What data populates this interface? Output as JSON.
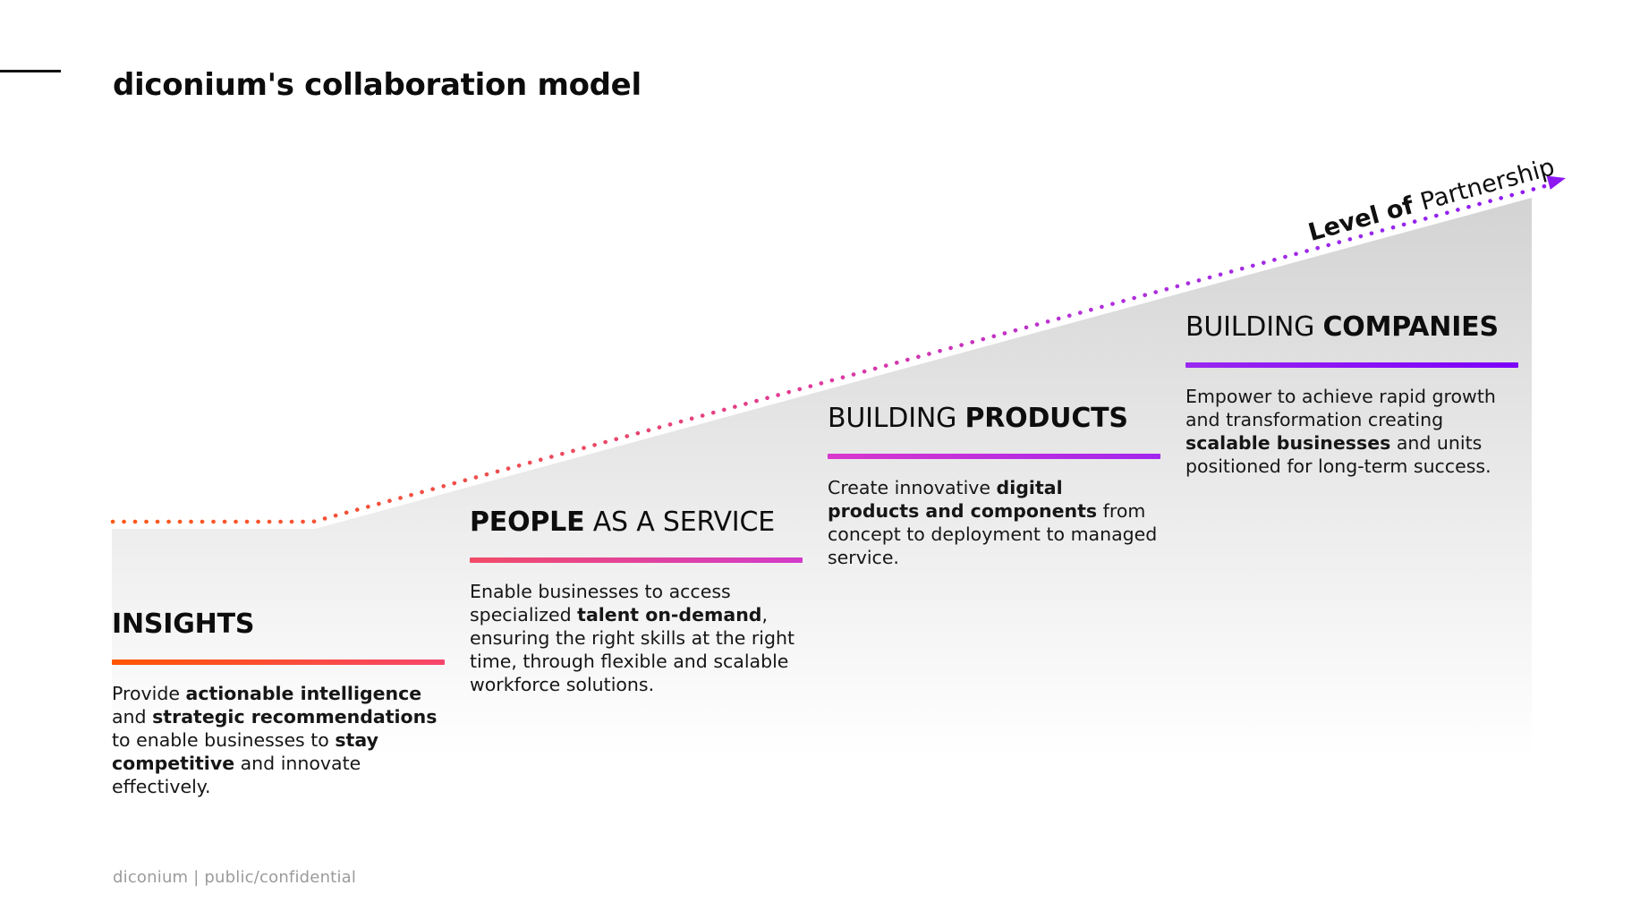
{
  "slide": {
    "title": "diconium's collaboration model",
    "footer": "diconium | public/confidential"
  },
  "axis_label": [
    {
      "text": "Level of ",
      "bold": true
    },
    {
      "text": "Partnership",
      "bold": false
    }
  ],
  "sections": [
    {
      "heading": [
        {
          "text": "INSIGHTS",
          "bold": true
        }
      ],
      "underline": [
        "#ff5500",
        "#f7466d"
      ],
      "body": [
        {
          "text": "Provide ",
          "bold": false
        },
        {
          "text": "actionable intelligence",
          "bold": true
        },
        {
          "text": " and ",
          "bold": false
        },
        {
          "text": "strategic recommendations",
          "bold": true
        },
        {
          "text": " to enable businesses to ",
          "bold": false
        },
        {
          "text": "stay competitive",
          "bold": true
        },
        {
          "text": " and innovate effectively.",
          "bold": false
        }
      ]
    },
    {
      "heading": [
        {
          "text": "PEOPLE",
          "bold": true
        },
        {
          "text": " AS A SERVICE",
          "bold": false
        }
      ],
      "underline": [
        "#f24b68",
        "#d23acb"
      ],
      "body": [
        {
          "text": "Enable businesses to access specialized ",
          "bold": false
        },
        {
          "text": "talent on-demand",
          "bold": true
        },
        {
          "text": ", ensuring the right skills at the right time, through flexible and scalable workforce solutions.",
          "bold": false
        }
      ]
    },
    {
      "heading": [
        {
          "text": "BUILDING ",
          "bold": false
        },
        {
          "text": "PRODUCTS",
          "bold": true
        }
      ],
      "underline": [
        "#d938cc",
        "#a226ee"
      ],
      "body": [
        {
          "text": "Create innovative ",
          "bold": false
        },
        {
          "text": "digital products and components",
          "bold": true
        },
        {
          "text": " from concept to deployment to managed service.",
          "bold": false
        }
      ]
    },
    {
      "heading": [
        {
          "text": "BUILDING ",
          "bold": false
        },
        {
          "text": "COMPANIES",
          "bold": true
        }
      ],
      "underline": [
        "#9929f0",
        "#7c00fb"
      ],
      "body": [
        {
          "text": "Empower to achieve rapid growth and transformation creating ",
          "bold": false
        },
        {
          "text": "scalable businesses",
          "bold": true
        },
        {
          "text": " and units positioned for long-term success.",
          "bold": false
        }
      ]
    }
  ],
  "colors": {
    "line_gradient": [
      "#ff5714",
      "#ee4c52",
      "#e03a9a",
      "#b32fd9",
      "#8d18f2"
    ],
    "ramp_gray_top": "#d2d2d2",
    "ramp_gray_bottom": "#ffffff",
    "arrow": "#8d18f2",
    "title_text": "#0c0c0c",
    "footer_text": "#9b9b9b"
  }
}
